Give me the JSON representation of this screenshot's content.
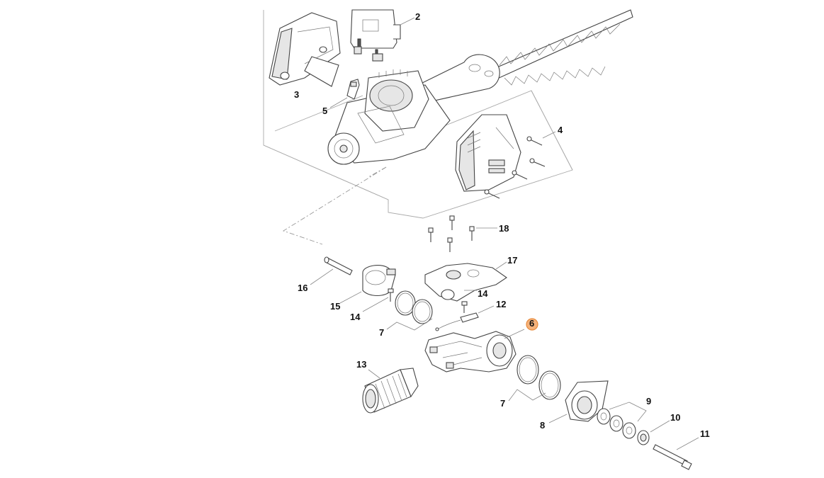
{
  "parts": [
    {
      "id": "2",
      "label": "2"
    },
    {
      "id": "3",
      "label": "3"
    },
    {
      "id": "4",
      "label": "4"
    },
    {
      "id": "5",
      "label": "5"
    },
    {
      "id": "6",
      "label": "6",
      "highlighted": true
    },
    {
      "id": "7a",
      "label": "7"
    },
    {
      "id": "7b",
      "label": "7"
    },
    {
      "id": "8",
      "label": "8"
    },
    {
      "id": "9",
      "label": "9"
    },
    {
      "id": "10",
      "label": "10"
    },
    {
      "id": "11",
      "label": "11"
    },
    {
      "id": "12",
      "label": "12"
    },
    {
      "id": "13",
      "label": "13"
    },
    {
      "id": "14a",
      "label": "14"
    },
    {
      "id": "14b",
      "label": "14"
    },
    {
      "id": "15",
      "label": "15"
    },
    {
      "id": "16",
      "label": "16"
    },
    {
      "id": "17",
      "label": "17"
    },
    {
      "id": "18",
      "label": "18"
    }
  ],
  "colors": {
    "highlight_fill": "#f5b27a",
    "highlight_stroke": "#e88b3d",
    "line": "#444444"
  }
}
